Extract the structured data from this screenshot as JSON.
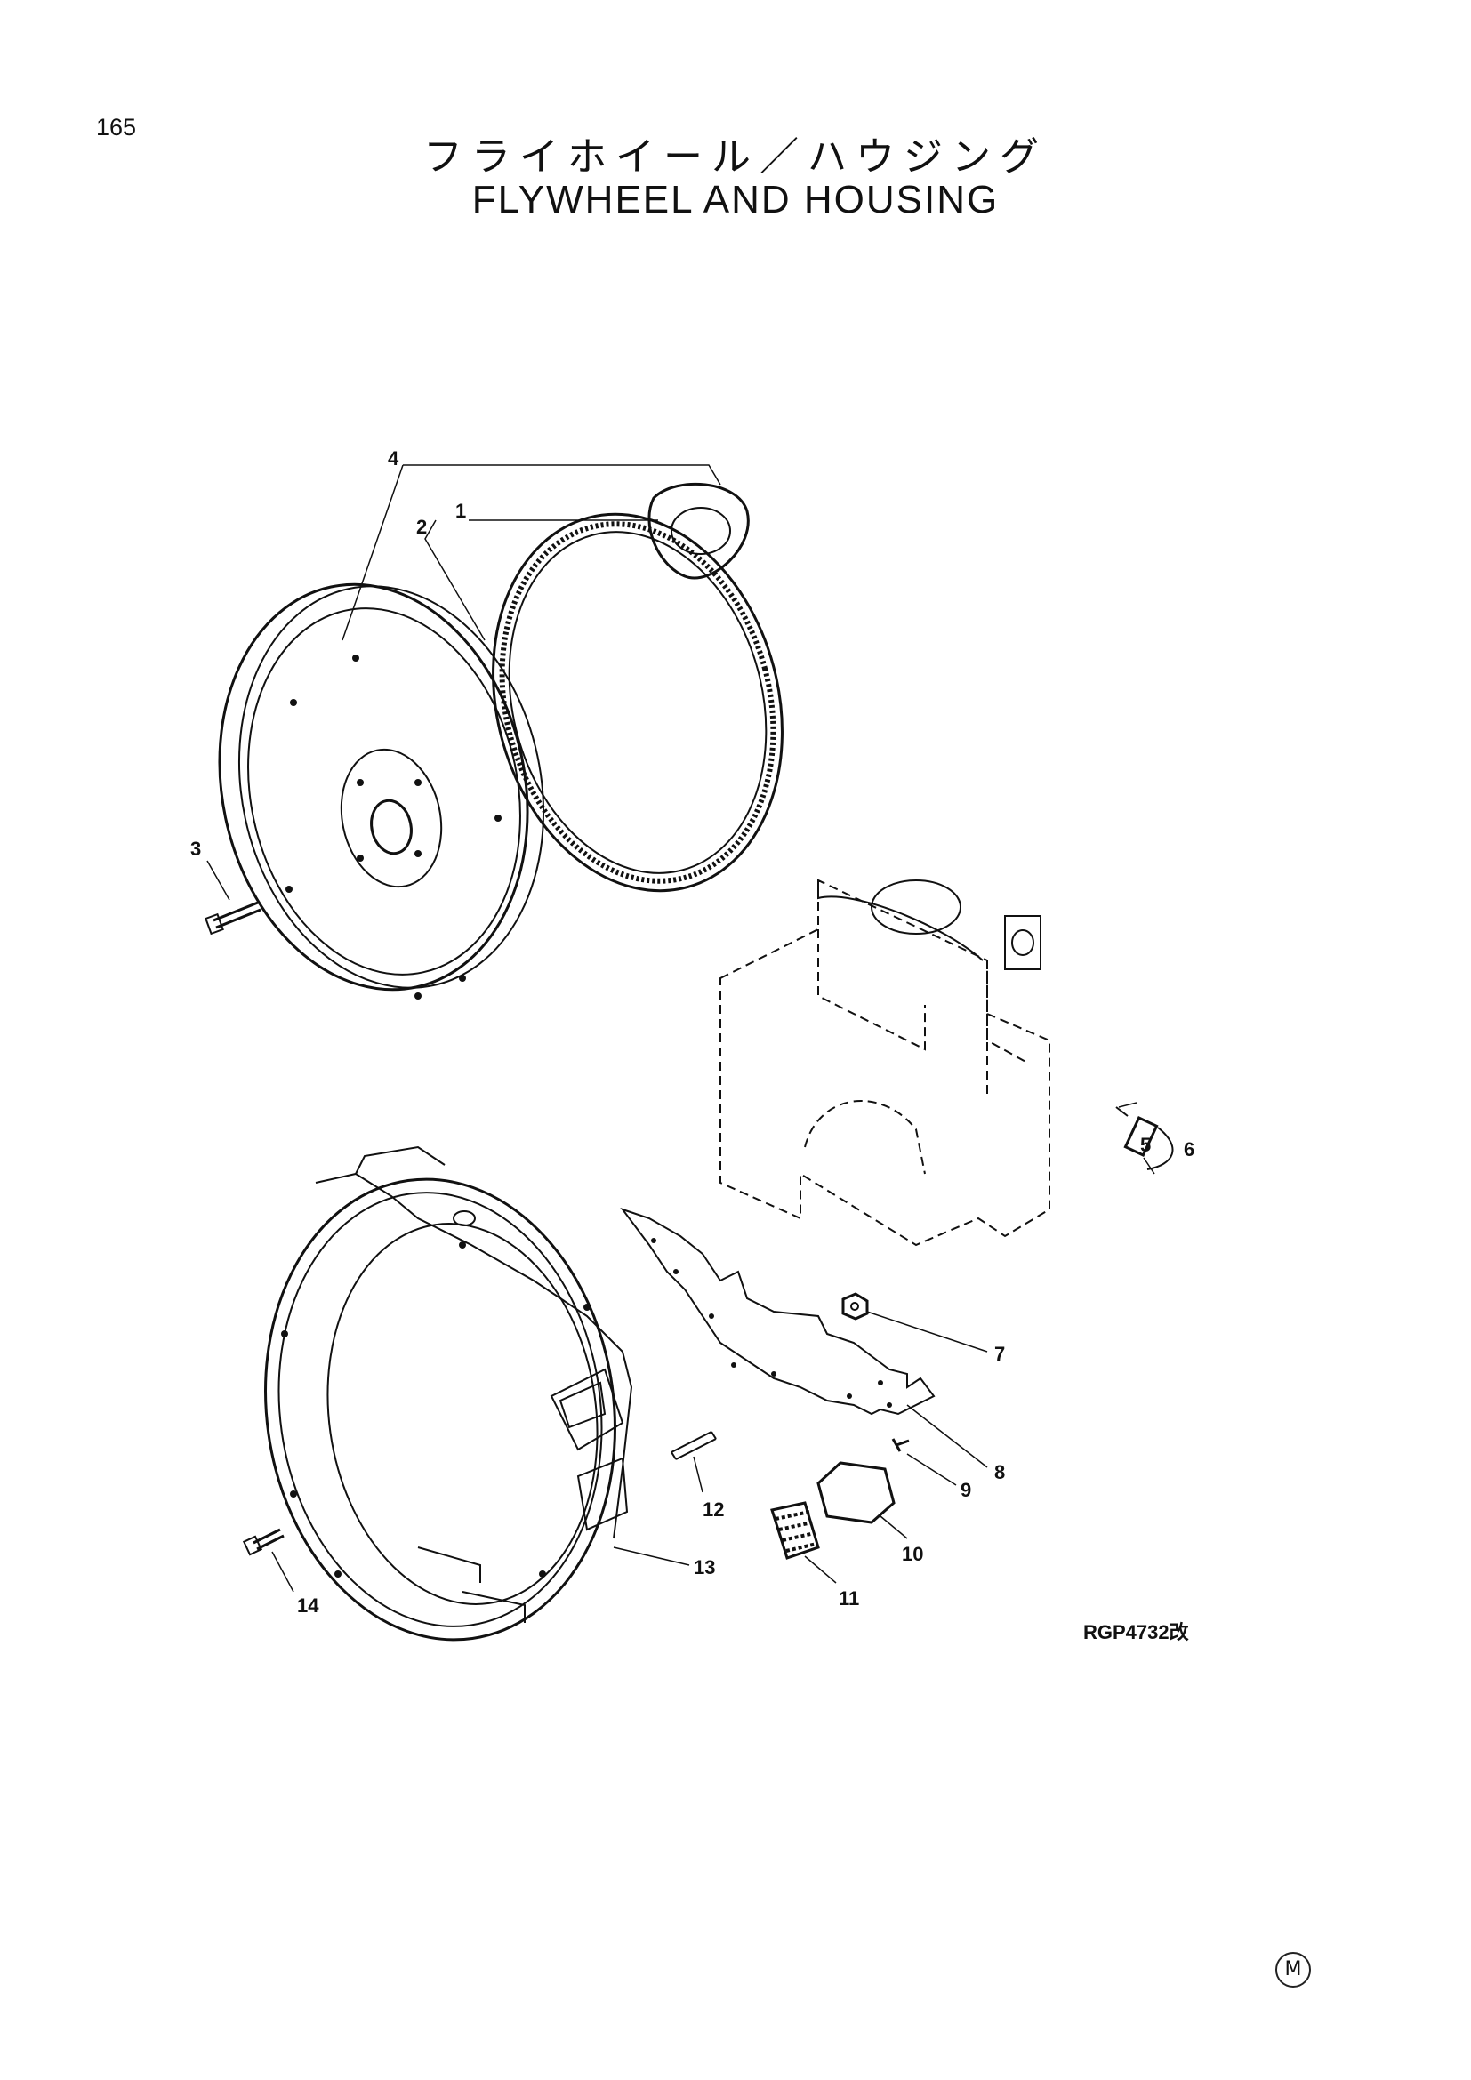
{
  "page_number": "165",
  "title_jp": "フライホイール／ハウジング",
  "title_en": "FLYWHEEL AND HOUSING",
  "reference_code": "RGP4732改",
  "mark": "M",
  "callouts": [
    "1",
    "2",
    "3",
    "4",
    "5",
    "6",
    "7",
    "8",
    "9",
    "10",
    "11",
    "12",
    "13",
    "14"
  ]
}
